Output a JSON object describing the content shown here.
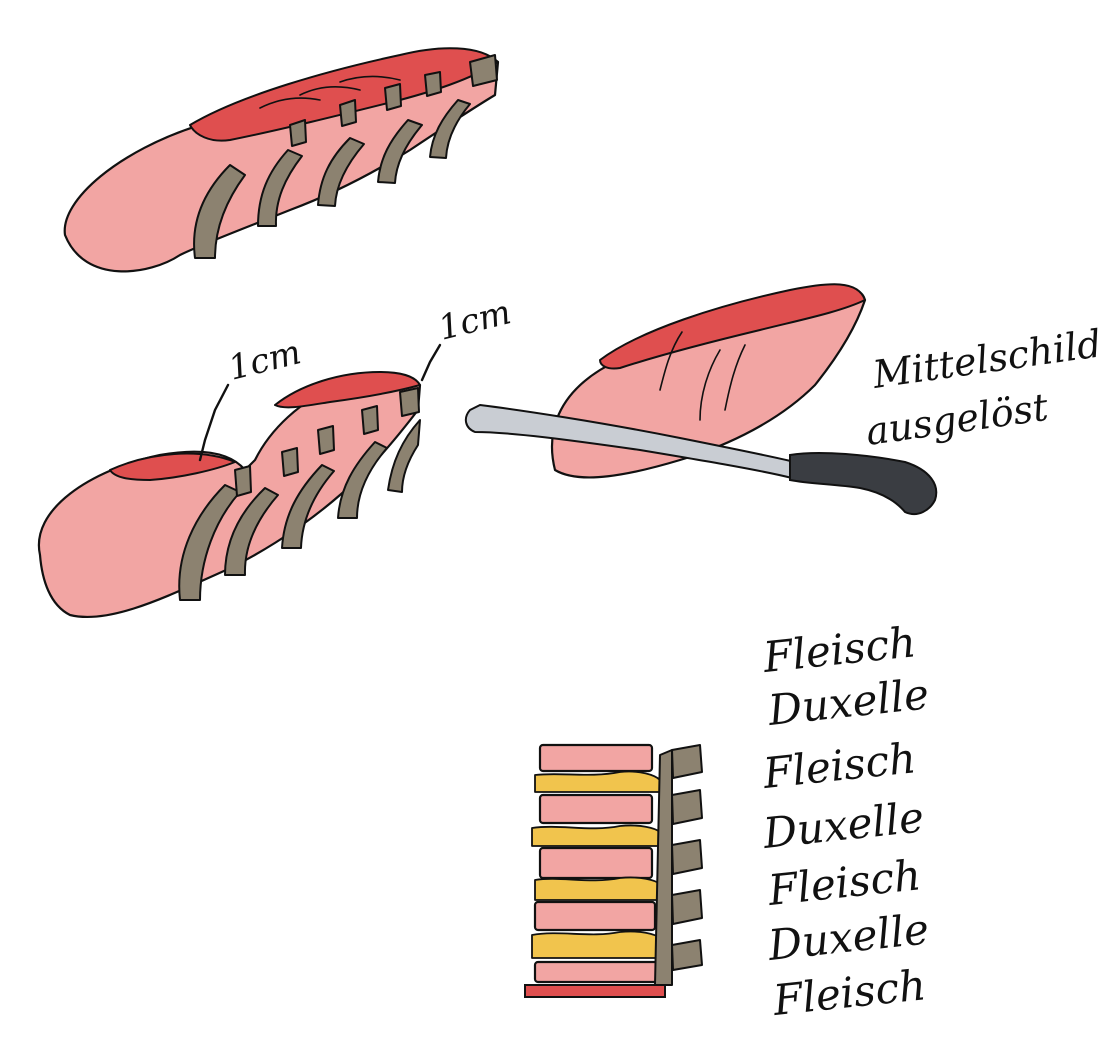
{
  "labels": {
    "thickness_left": "1cm",
    "thickness_right": "1cm",
    "caption_line1": "Mittelschild",
    "caption_line2": "ausgelöst"
  },
  "layers": [
    "Fleisch",
    "Duxelle",
    "Fleisch",
    "Duxelle",
    "Fleisch",
    "Duxelle",
    "Fleisch"
  ],
  "colors": {
    "meat": "#f2a5a3",
    "meat_top": "#df4f4f",
    "bone": "#8c8270",
    "duxelle": "#f1c44d",
    "knife_blade": "#c9cdd3",
    "knife_handle": "#3a3d42"
  }
}
